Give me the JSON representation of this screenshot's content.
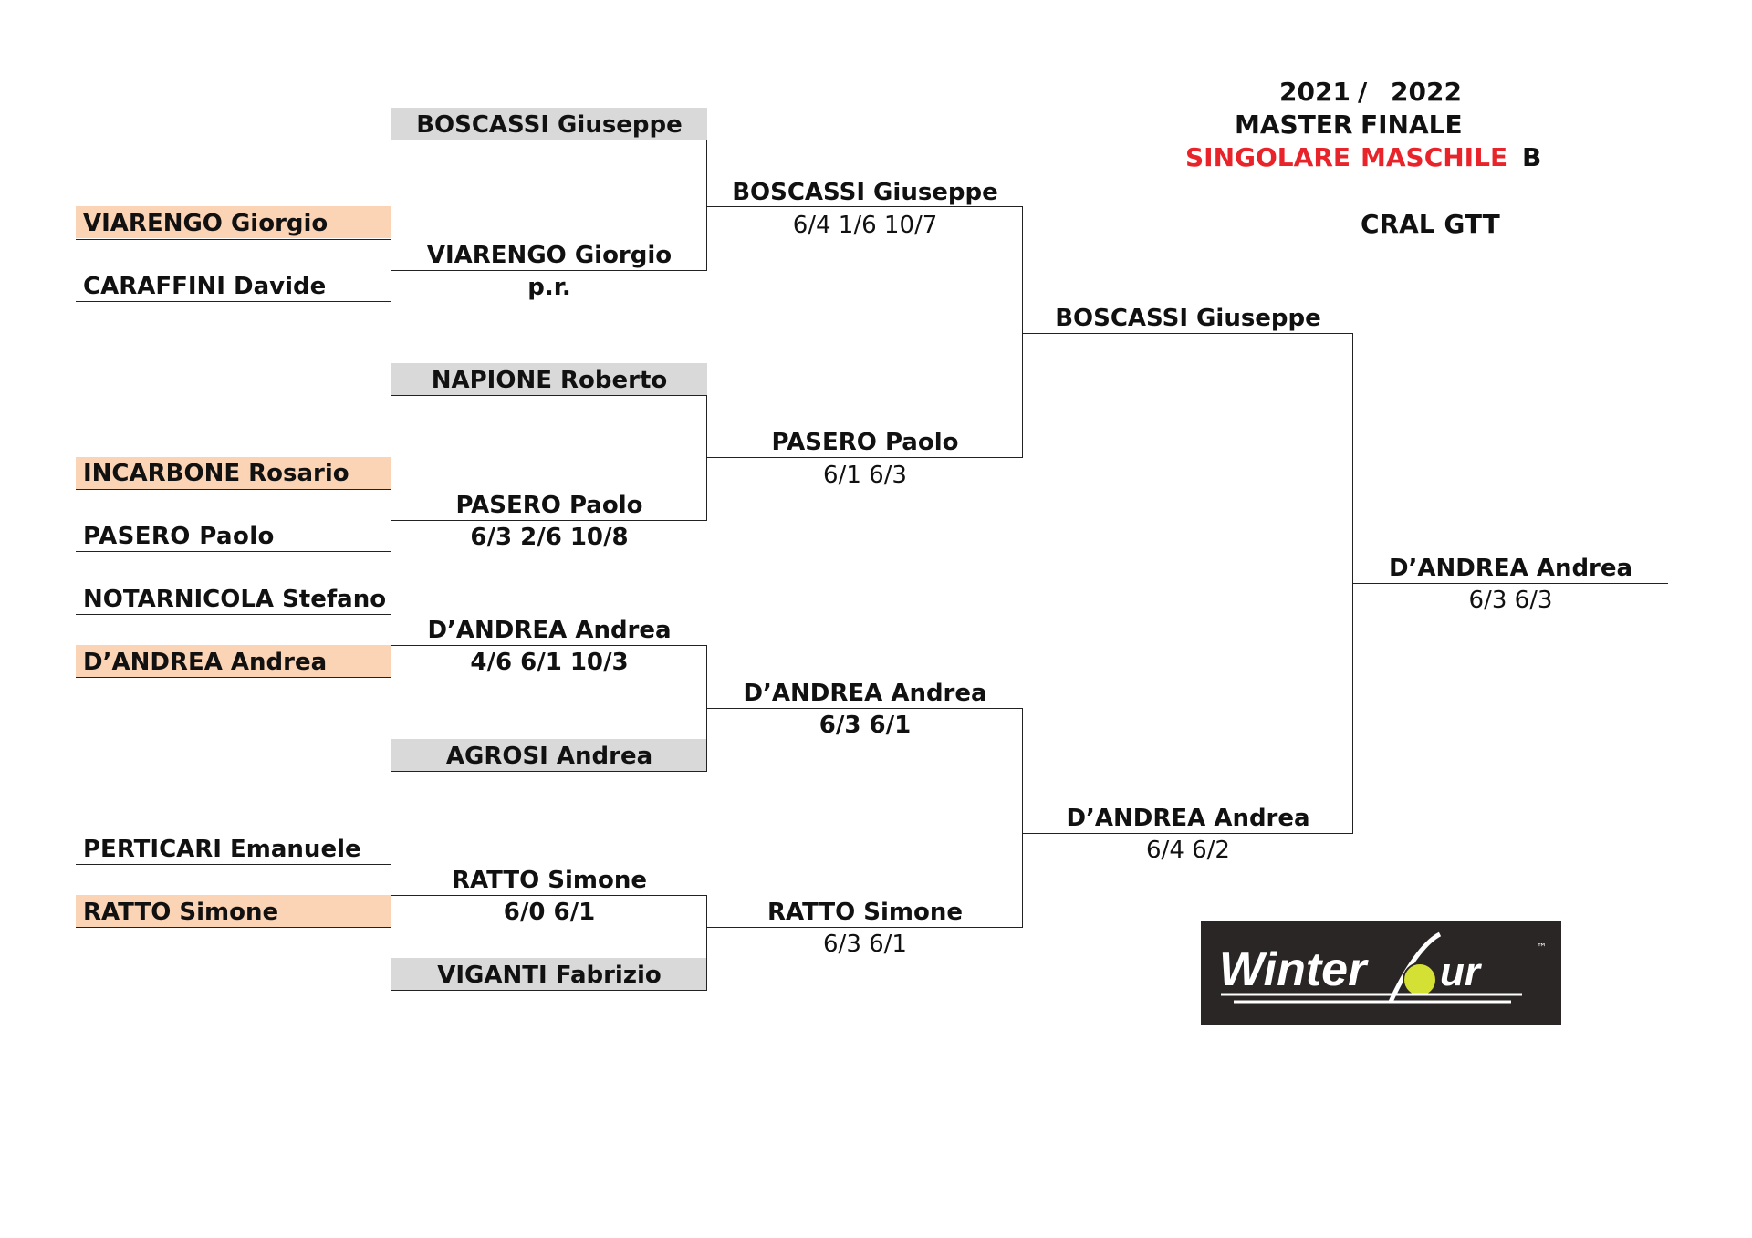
{
  "header": {
    "season_left": "2021",
    "season_sep": "/",
    "season_right": "2022",
    "master": "MASTER",
    "finale": "FINALE",
    "singolare": "SINGOLARE",
    "maschile": "MASCHILE",
    "category": "B",
    "club": "CRAL GTT",
    "accent_color": "#e8242a"
  },
  "round1": {
    "viarengo": "VIARENGO Giorgio",
    "caraffini": "CARAFFINI Davide",
    "incarbone": "INCARBONE Rosario",
    "pasero": "PASERO Paolo",
    "notarnicola": "NOTARNICOLA Stefano",
    "dandrea": "D’ANDREA Andrea",
    "perticari": "PERTICARI Emanuele",
    "ratto": "RATTO Simone"
  },
  "round2": {
    "boscassi_seed": "BOSCASSI Giuseppe",
    "viarengo_win": "VIARENGO Giorgio",
    "viarengo_score": "p.r.",
    "napione_seed": "NAPIONE Roberto",
    "pasero_win": "PASERO Paolo",
    "pasero_score": "6/3 2/6 10/8",
    "dandrea_win": "D’ANDREA Andrea",
    "dandrea_score": "4/6 6/1 10/3",
    "agrosi_seed": "AGROSI Andrea",
    "ratto_win": "RATTO Simone",
    "ratto_score": "6/0 6/1",
    "viganti_seed": "VIGANTI Fabrizio"
  },
  "quarterfinals": {
    "qf1_name": "BOSCASSI Giuseppe",
    "qf1_score": "6/4 1/6 10/7",
    "qf2_name": "PASERO Paolo",
    "qf2_score": "6/1 6/3",
    "qf3_name": "D’ANDREA Andrea",
    "qf3_score": "6/3 6/1",
    "qf4_name": "RATTO Simone",
    "qf4_score": "6/3 6/1"
  },
  "semifinals": {
    "sf1_name": "BOSCASSI Giuseppe",
    "sf2_name": "D’ANDREA Andrea",
    "sf2_score": "6/4 6/2"
  },
  "final": {
    "winner": "D’ANDREA Andrea",
    "score": "6/3 6/3"
  },
  "logo": {
    "word_left": "Winter",
    "word_right": "ur",
    "trademark": "™",
    "ball_color": "#d4e033"
  },
  "colors": {
    "seed_box": "#d9d9d9",
    "winner_box": "#fbd3b5"
  }
}
